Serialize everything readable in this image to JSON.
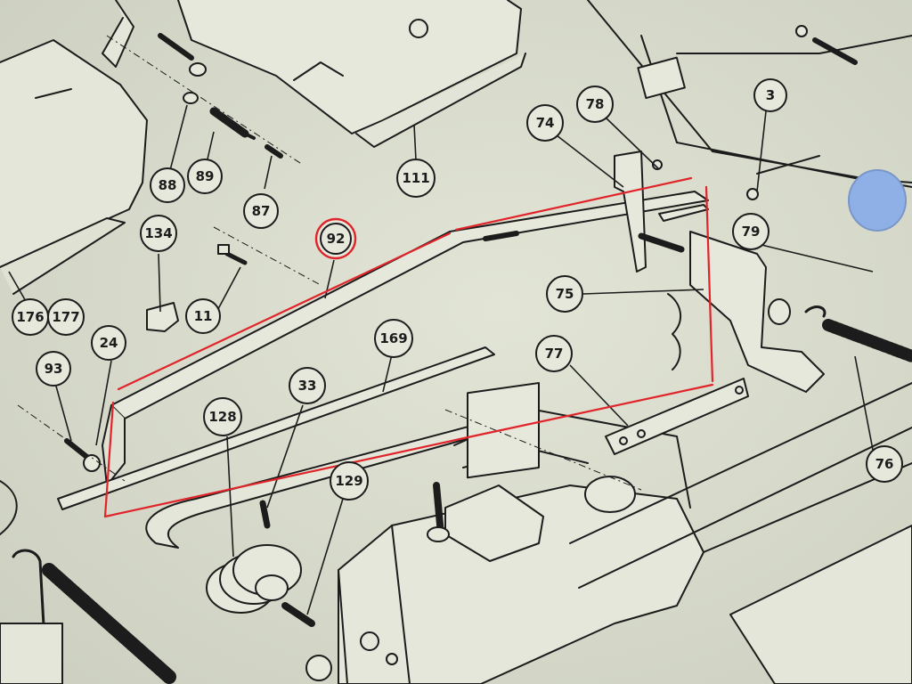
{
  "diagram": {
    "callouts": [
      {
        "id": "3",
        "label": "3"
      },
      {
        "id": "11",
        "label": "11"
      },
      {
        "id": "24",
        "label": "24"
      },
      {
        "id": "33",
        "label": "33"
      },
      {
        "id": "74",
        "label": "74"
      },
      {
        "id": "75",
        "label": "75"
      },
      {
        "id": "76",
        "label": "76"
      },
      {
        "id": "77",
        "label": "77"
      },
      {
        "id": "78",
        "label": "78"
      },
      {
        "id": "79",
        "label": "79"
      },
      {
        "id": "87",
        "label": "87"
      },
      {
        "id": "88",
        "label": "88"
      },
      {
        "id": "89",
        "label": "89"
      },
      {
        "id": "92",
        "label": "92",
        "highlighted": true
      },
      {
        "id": "93",
        "label": "93"
      },
      {
        "id": "111",
        "label": "111"
      },
      {
        "id": "128",
        "label": "128"
      },
      {
        "id": "129",
        "label": "129"
      },
      {
        "id": "134",
        "label": "134"
      },
      {
        "id": "169",
        "label": "169"
      },
      {
        "id": "176",
        "label": "176"
      },
      {
        "id": "177",
        "label": "177"
      }
    ],
    "highlight": {
      "part": "92",
      "color": "#e0242a"
    },
    "colors": {
      "paper": "#d9dccd",
      "ink": "#1c1c1c",
      "part_fill": "#e6e8dc",
      "annotation": "#e0242a",
      "hole_patch": "#8fb0e6"
    }
  }
}
